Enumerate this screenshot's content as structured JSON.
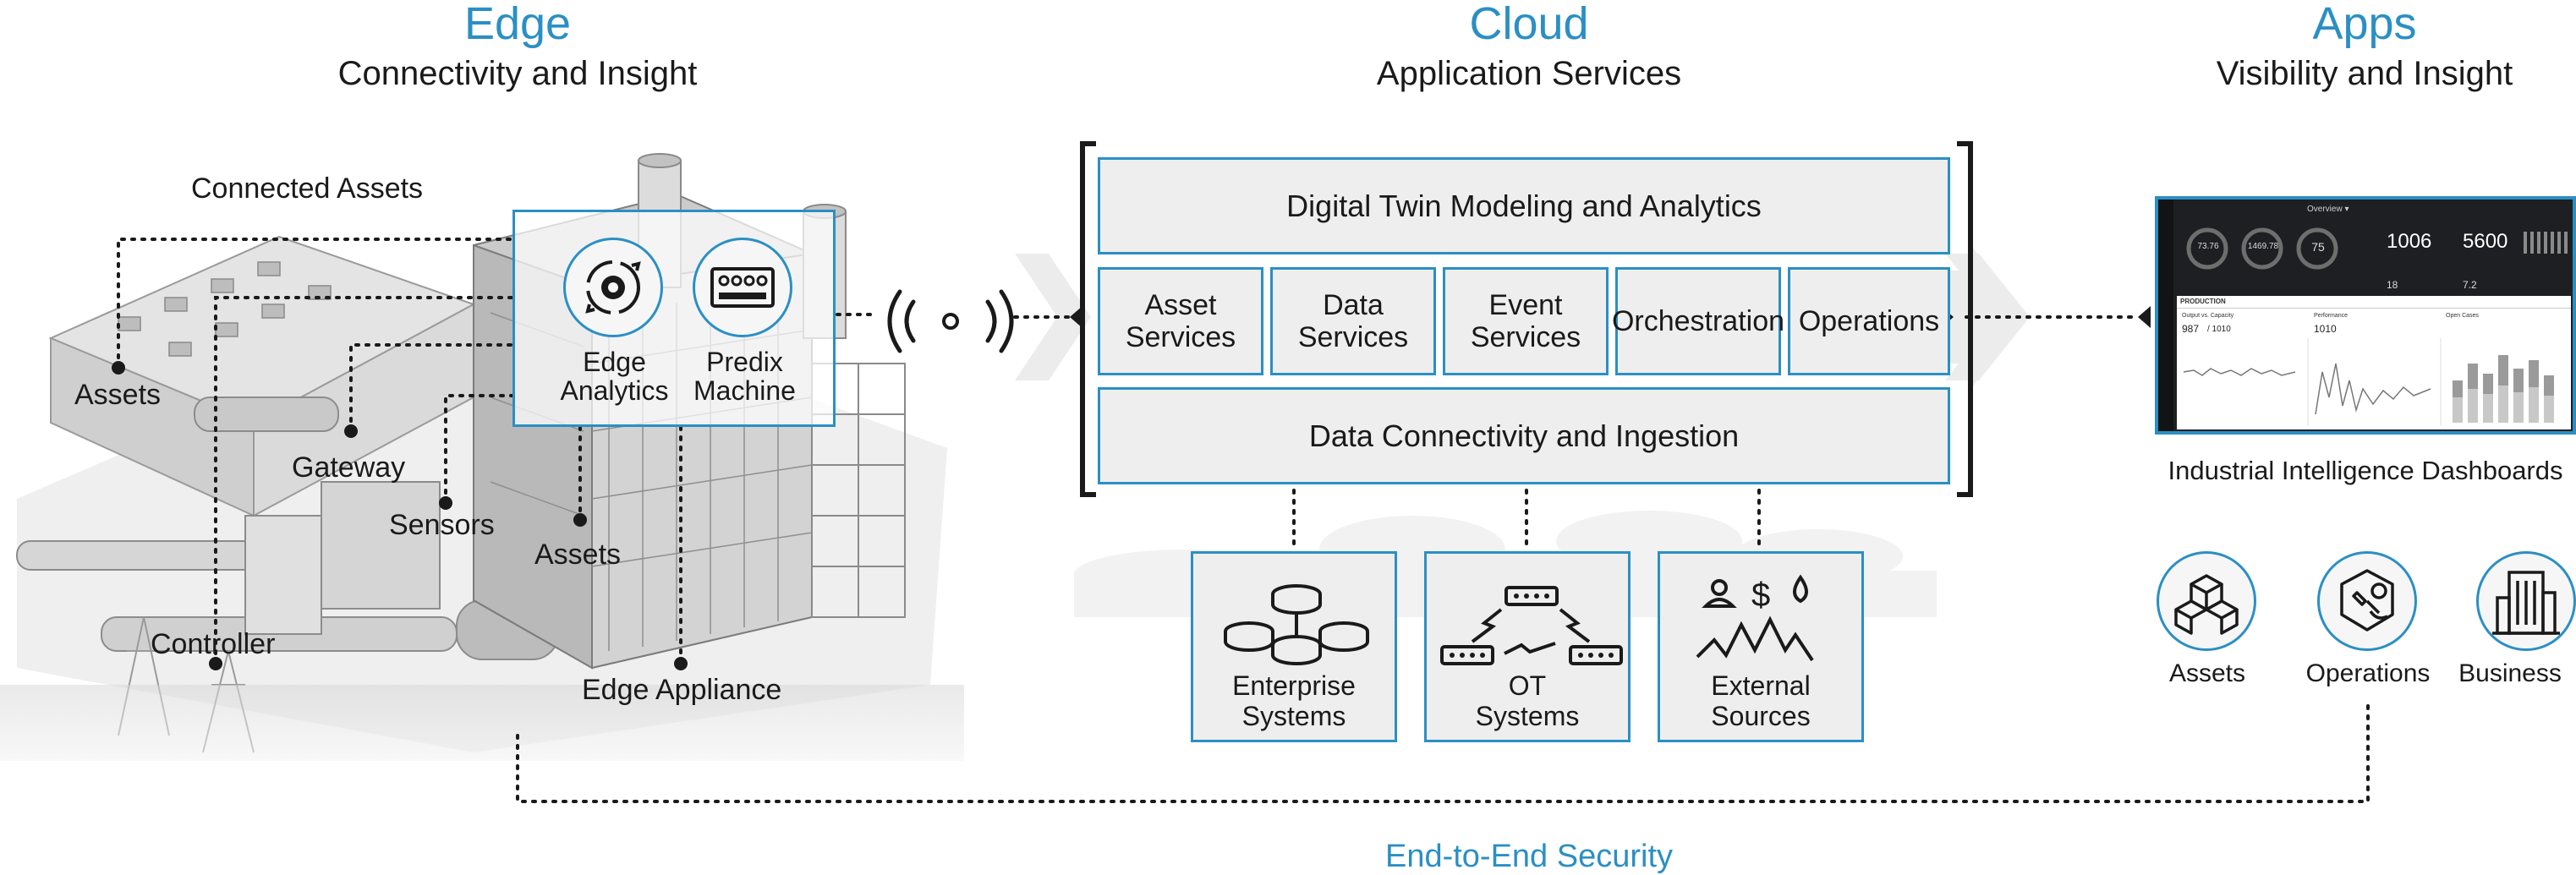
{
  "edge": {
    "title": "Edge",
    "subtitle": "Connectivity and Insight"
  },
  "cloud": {
    "title": "Cloud",
    "subtitle": "Application Services"
  },
  "apps": {
    "title": "Apps",
    "subtitle": "Visibility and Insight"
  },
  "edge_labels": {
    "connected_assets": "Connected Assets",
    "assets_left": "Assets",
    "gateway": "Gateway",
    "sensors": "Sensors",
    "assets_mid": "Assets",
    "controller": "Controller",
    "edge_appliance": "Edge Appliance",
    "edge_analytics_1": "Edge",
    "edge_analytics_2": "Analytics",
    "predix_1": "Predix",
    "predix_2": "Machine"
  },
  "cloud_services": {
    "top": "Digital Twin Modeling and Analytics",
    "bottom": "Data Connectivity and Ingestion",
    "services": [
      {
        "line1": "Asset",
        "line2": "Services"
      },
      {
        "line1": "Data",
        "line2": "Services"
      },
      {
        "line1": "Event",
        "line2": "Services"
      },
      {
        "line1": "Orchestration",
        "line2": ""
      },
      {
        "line1": "Operations",
        "line2": ""
      }
    ]
  },
  "sources": [
    {
      "line1": "Enterprise",
      "line2": "Systems"
    },
    {
      "line1": "OT",
      "line2": "Systems"
    },
    {
      "line1": "External",
      "line2": "Sources"
    }
  ],
  "dashboard": {
    "caption": "Industrial Intelligence Dashboards",
    "menu": "Overview ▾",
    "gauge1": "73.76",
    "gauge2": "1469.78",
    "gauge3": "75",
    "stat1": "1006",
    "stat2": "5600",
    "small1": "18",
    "small2": "7.2",
    "section": "PRODUCTION",
    "panel1_title": "Output vs. Capacity",
    "panel1_value": "987",
    "panel1_of": "/ 1010",
    "panel2_title": "Performance",
    "panel2_value": "1010",
    "panel3_title": "Open Cases"
  },
  "app_icons": [
    {
      "label": "Assets"
    },
    {
      "label": "Operations"
    },
    {
      "label": "Business"
    }
  ],
  "security": "End-to-End Security",
  "colors": {
    "accent": "#2b8fc4",
    "box_fill": "#eeeeee",
    "text": "#1a1a1a"
  }
}
